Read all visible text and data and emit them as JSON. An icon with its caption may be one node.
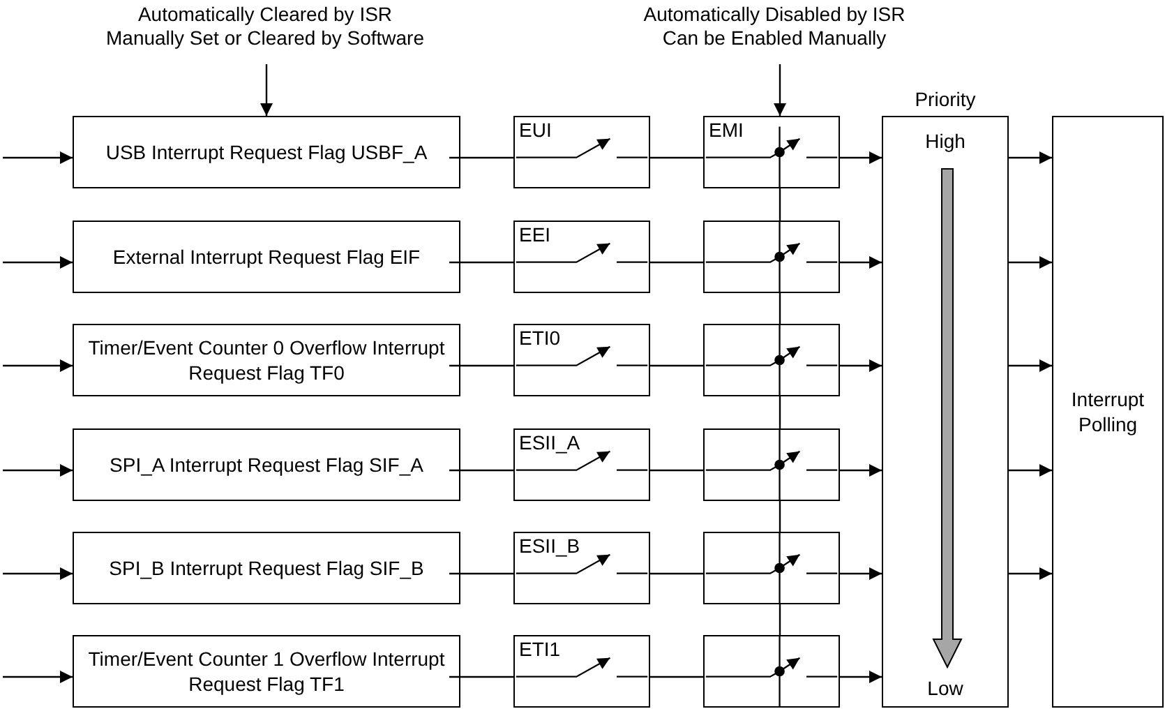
{
  "diagram": {
    "nodes": [
      {
        "text": [
          "Automatically Cleared by ISR",
          "Manually Set or Cleared by Software"
        ]
      },
      {
        "text": [
          "Automatically Disabled by ISR",
          "Can be Enabled Manually"
        ]
      },
      {
        "text": [
          "USB Interrupt Request Flag USBF_A"
        ]
      },
      {
        "text": [
          "External Interrupt Request Flag EIF"
        ]
      },
      {
        "text": [
          "Timer/Event Counter 0 Overflow Interrupt Request Flag TF0"
        ]
      },
      {
        "text": [
          "SPI_A Interrupt Request Flag SIF_A"
        ]
      },
      {
        "text": [
          "SPI_B Interrupt Request Flag SIF_B"
        ]
      },
      {
        "text": [
          "Timer/Event Counter 1 Overflow Interrupt Request Flag TF1"
        ]
      },
      {
        "text": [
          "EUI"
        ]
      },
      {
        "text": [
          "EEI"
        ]
      },
      {
        "text": [
          "ETI0"
        ]
      },
      {
        "text": [
          "ESII_A"
        ]
      },
      {
        "text": [
          "ESII_B"
        ]
      },
      {
        "text": [
          "ETI1"
        ]
      },
      {
        "text": [
          "EMI"
        ]
      },
      {
        "text": [],
        "shape": "box"
      },
      {
        "text": [],
        "shape": "box"
      },
      {
        "text": [],
        "shape": "box"
      },
      {
        "text": [],
        "shape": "box"
      },
      {
        "text": [],
        "shape": "box"
      },
      {
        "text": [
          "Priority",
          "High",
          "Low"
        ]
      },
      {
        "text": [
          "Interrupt Polling"
        ]
      }
    ],
    "edges": [
      {
        "from": 0,
        "to": 2,
        "arrow": "to"
      },
      {
        "from": 1,
        "to": 14,
        "arrow": "to"
      },
      {
        "from": null,
        "to": 2,
        "arrow": "to"
      },
      {
        "from": null,
        "to": 3,
        "arrow": "to"
      },
      {
        "from": null,
        "to": 4,
        "arrow": "to"
      },
      {
        "from": null,
        "to": 5,
        "arrow": "to"
      },
      {
        "from": null,
        "to": 6,
        "arrow": "to"
      },
      {
        "from": null,
        "to": 7,
        "arrow": "to"
      },
      {
        "from": 2,
        "to": 8,
        "arrow": "none"
      },
      {
        "from": 3,
        "to": 9,
        "arrow": "none"
      },
      {
        "from": 4,
        "to": 10,
        "arrow": "none"
      },
      {
        "from": 5,
        "to": 11,
        "arrow": "none"
      },
      {
        "from": 6,
        "to": 12,
        "arrow": "none"
      },
      {
        "from": 7,
        "to": 13,
        "arrow": "none"
      },
      {
        "from": 8,
        "to": 14,
        "arrow": "none"
      },
      {
        "from": 9,
        "to": 15,
        "arrow": "none"
      },
      {
        "from": 10,
        "to": 16,
        "arrow": "none"
      },
      {
        "from": 11,
        "to": 17,
        "arrow": "none"
      },
      {
        "from": 12,
        "to": 18,
        "arrow": "none"
      },
      {
        "from": 13,
        "to": 19,
        "arrow": "none"
      },
      {
        "from": 14,
        "to": 20,
        "arrow": "to"
      },
      {
        "from": 15,
        "to": 20,
        "arrow": "to"
      },
      {
        "from": 16,
        "to": 20,
        "arrow": "to"
      },
      {
        "from": 17,
        "to": 20,
        "arrow": "to"
      },
      {
        "from": 18,
        "to": 20,
        "arrow": "to"
      },
      {
        "from": 19,
        "to": 20,
        "arrow": "to"
      },
      {
        "from": 20,
        "to": 21,
        "arrow": "to"
      },
      {
        "from": 20,
        "to": 21,
        "arrow": "to"
      },
      {
        "from": 20,
        "to": 21,
        "arrow": "to"
      },
      {
        "from": 20,
        "to": 21,
        "arrow": "to"
      },
      {
        "from": 20,
        "to": 21,
        "arrow": "to"
      },
      {
        "from": 14,
        "to": 15,
        "arrow": "none"
      },
      {
        "from": 15,
        "to": 16,
        "arrow": "none"
      },
      {
        "from": 16,
        "to": 17,
        "arrow": "none"
      },
      {
        "from": 17,
        "to": 18,
        "arrow": "none"
      },
      {
        "from": 18,
        "to": 19,
        "arrow": "none"
      }
    ]
  }
}
